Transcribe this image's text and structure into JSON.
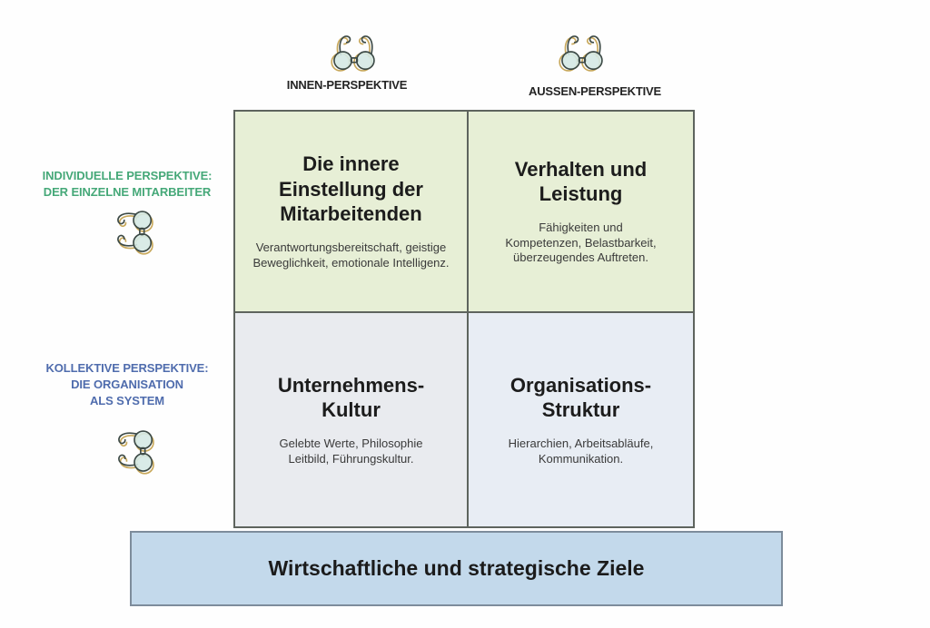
{
  "colors": {
    "cell_green": "#e7efd6",
    "cell_gray": "#e9ebef",
    "cell_bluegray": "#e8edf4",
    "bar_blue": "#c3d9eb",
    "bar_border": "#7d8c9b",
    "border_dark": "#5e645e",
    "green_label": "#45a878",
    "blue_label": "#4f6cad",
    "lens_fill": "#d5e9e4",
    "lens_stroke": "#3d4a46",
    "gold": "#bf9a3f"
  },
  "top_axis": {
    "inner": {
      "label": "INNEN-PERSPEKTIVE",
      "icon": "glasses-icon"
    },
    "outer": {
      "label": "AUSSEN-PERSPEKTIVE",
      "icon": "glasses-icon"
    }
  },
  "left_axis": {
    "individual": {
      "label": "INDIVIDUELLE PERSPEKTIVE:\nDER EINZELNE MITARBEITER",
      "icon": "glasses-rotated-icon"
    },
    "collective": {
      "label": "KOLLEKTIVE PERSPEKTIVE:\nDIE ORGANISATION\nALS SYSTEM",
      "icon": "glasses-rotated-icon"
    }
  },
  "matrix": {
    "cells": [
      {
        "id": "inner-individual",
        "title": "Die innere\nEinstellung der\nMitarbeitenden",
        "subtitle": "Verantwortungsbereitschaft, geistige\nBeweglichkeit, emotionale Intelligenz."
      },
      {
        "id": "outer-individual",
        "title": "Verhalten und\nLeistung",
        "subtitle": "Fähigkeiten und\nKompetenzen, Belastbarkeit,\nüberzeugendes Auftreten."
      },
      {
        "id": "inner-collective",
        "title": "Unternehmens-\nKultur",
        "subtitle": "Gelebte Werte, Philosophie\nLeitbild, Führungskultur."
      },
      {
        "id": "outer-collective",
        "title": "Organisations-\nStruktur",
        "subtitle": "Hierarchien, Arbeitsabläufe,\nKommunikation."
      }
    ]
  },
  "footer": {
    "label": "Wirtschaftliche und strategische Ziele"
  }
}
